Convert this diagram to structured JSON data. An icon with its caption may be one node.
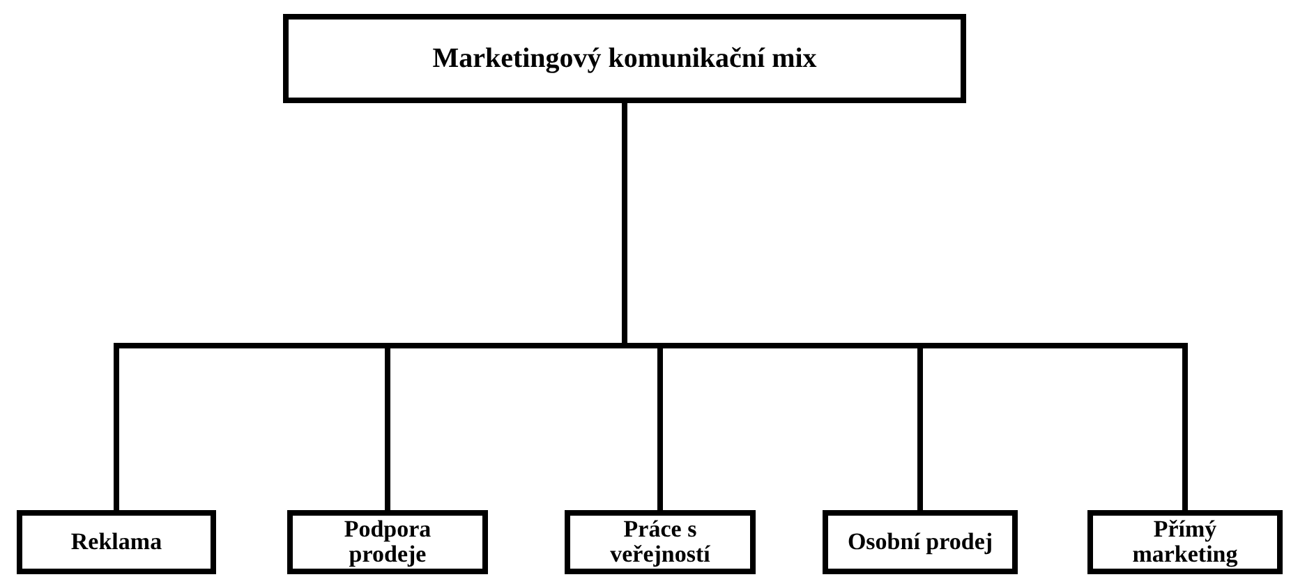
{
  "diagram": {
    "nodes": [
      {
        "text": [
          "Marketingový komunikační mix"
        ]
      },
      {
        "text": [
          "Reklama"
        ]
      },
      {
        "text": [
          "Podpora prodeje"
        ]
      },
      {
        "text": [
          "Práce s veřejností"
        ]
      },
      {
        "text": [
          "Osobní prodej"
        ]
      },
      {
        "text": [
          "Přímý marketing"
        ]
      }
    ],
    "edges": [
      {
        "from": 0,
        "to": 1,
        "arrow": "none"
      },
      {
        "from": 0,
        "to": 2,
        "arrow": "none"
      },
      {
        "from": 0,
        "to": 3,
        "arrow": "none"
      },
      {
        "from": 0,
        "to": 4,
        "arrow": "none"
      },
      {
        "from": 0,
        "to": 5,
        "arrow": "none"
      }
    ]
  }
}
